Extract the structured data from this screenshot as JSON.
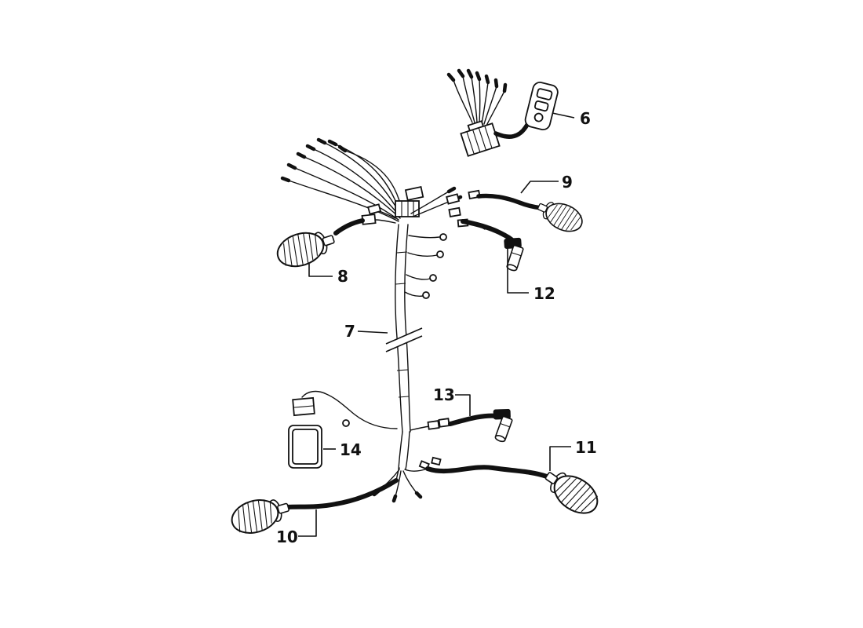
{
  "figure": {
    "background_color": "#ffffff",
    "line_color": "#111111",
    "description": "Exploded line-art parts diagram of a motorcycle wiring harness with numbered callouts"
  },
  "callouts": {
    "c6": {
      "label": "6",
      "component": "handlebar-switch-assembly"
    },
    "c7": {
      "label": "7",
      "component": "main-wiring-harness"
    },
    "c8": {
      "label": "8",
      "component": "front-left-turn-signal"
    },
    "c9": {
      "label": "9",
      "component": "horn-lead"
    },
    "c10": {
      "label": "10",
      "component": "rear-left-turn-signal"
    },
    "c11": {
      "label": "11",
      "component": "rear-right-turn-signal"
    },
    "c12": {
      "label": "12",
      "component": "spark-plug-lead"
    },
    "c13": {
      "label": "13",
      "component": "sensor-lead"
    },
    "c14": {
      "label": "14",
      "component": "cdi-unit"
    }
  }
}
